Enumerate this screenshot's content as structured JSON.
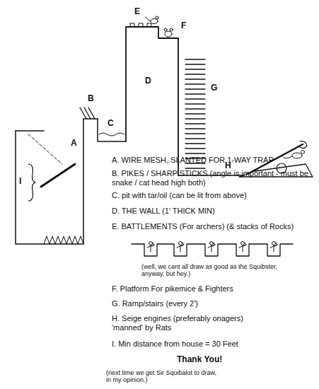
{
  "diagram": {
    "labels": [
      "A",
      "B",
      "C",
      "D",
      "E",
      "F",
      "G",
      "H",
      "I",
      "A. WIRE MESH, SLANTED FOR 1-WAY TRAP",
      "B. PIKES / SHARP STICKS (angle is important - must be snake / cat head high both)",
      "C. pit with tar/oil (can be lit from above)",
      "D. THE WALL (1' THICK MIN)",
      "E. BATTLEMENTS (For archers) (& stacks of Rocks)",
      "(well, we cant all draw as good as the Squibster, anyway, but hey.)",
      "F. Platform For pikemice & Fighters",
      "G. Ramp/stairs (every 2')",
      "H. Seige engines (preferably onagers) 'manned' by Rats",
      "I. Min distance from house = 30 Feet",
      "Thank You!",
      "(next time we get Sir Squibalot to draw, in my opinion.)"
    ]
  }
}
